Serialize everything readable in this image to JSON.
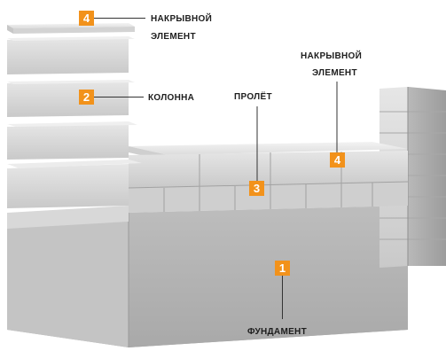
{
  "colors": {
    "accent": "#f2921b",
    "label": "#1e1e1e"
  },
  "callouts": [
    {
      "number": "4",
      "label_line1": "НАКРЫВНОЙ",
      "label_line2": "ЭЛЕМЕНТ"
    },
    {
      "number": "2",
      "label_line1": "КОЛОННА"
    },
    {
      "label_line1": "ПРОЛЁТ",
      "number": "3"
    },
    {
      "label_line1": "НАКРЫВНОЙ",
      "label_line2": "ЭЛЕМЕНТ",
      "number": "4"
    },
    {
      "number": "1",
      "label_line1": "ФУНДАМЕНТ"
    }
  ]
}
